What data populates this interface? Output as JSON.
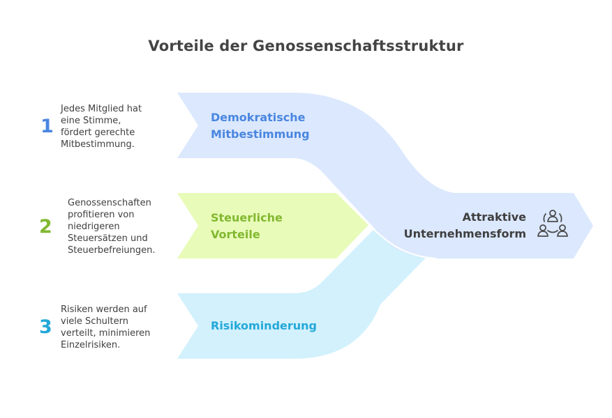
{
  "title": "Vorteile der Genossenschaftsstruktur",
  "items": [
    {
      "number": "1",
      "description_lines": [
        "Jedes Mitglied hat",
        "eine Stimme,",
        "fördert gerechte",
        "Mitbestimmung."
      ],
      "label_lines": [
        "Demokratische",
        "Mitbestimmung"
      ],
      "color": "#4a86e0",
      "fill": "#dbe8fd"
    },
    {
      "number": "2",
      "description_lines": [
        "Genossenschaften",
        "profitieren von",
        "niedrigeren",
        "Steuersätzen und",
        "Steuerbefreiungen."
      ],
      "label_lines": [
        "Steuerliche",
        "Vorteile"
      ],
      "color": "#82b830",
      "fill": "#e8fbb8"
    },
    {
      "number": "3",
      "description_lines": [
        "Risiken werden auf",
        "viele Schultern",
        "verteilt, minimieren",
        "Einzelrisiken."
      ],
      "label_lines": [
        "Risikominderung"
      ],
      "color": "#24a8d8",
      "fill": "#d2f1fc"
    }
  ],
  "target": {
    "label_lines": [
      "Attraktive",
      "Unternehmensform"
    ],
    "icon": "group-people-icon",
    "color": "#3f3f3f",
    "fill": "#dbe8fd"
  }
}
